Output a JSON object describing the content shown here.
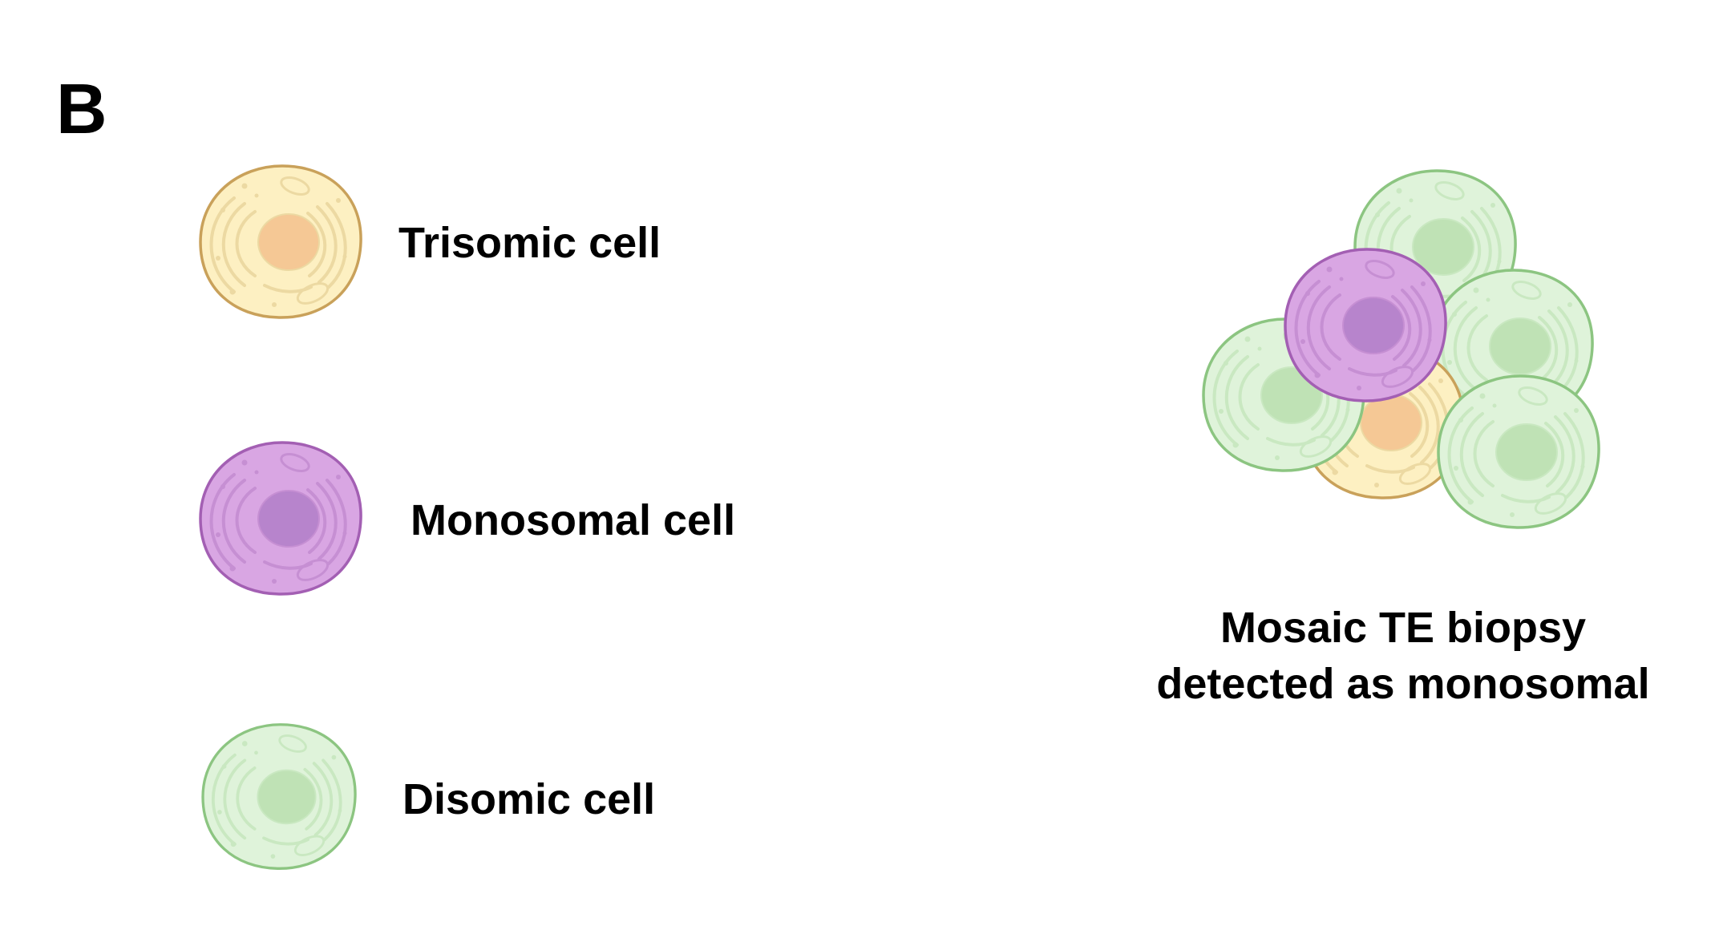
{
  "panel_label": "B",
  "legend": [
    {
      "label": "Trisomic cell",
      "cell_type": "trisomic"
    },
    {
      "label": "Monosomal cell",
      "cell_type": "monosomal"
    },
    {
      "label": "Disomic cell",
      "cell_type": "disomic"
    }
  ],
  "cluster_caption": {
    "line1": "Mosaic TE biopsy",
    "line2": "detected as monosomal"
  },
  "colors": {
    "trisomic": {
      "fill": "#fdf0c2",
      "stroke": "#c9a15a",
      "nucleus": "#f5c895",
      "organelle": "#ecd9a2"
    },
    "monosomal": {
      "fill": "#d9a6e3",
      "stroke": "#a35fb3",
      "nucleus": "#b784cc",
      "organelle": "#c68fd3"
    },
    "disomic": {
      "fill": "#dff3da",
      "stroke": "#8cc581",
      "nucleus": "#bfe2b5",
      "organelle": "#c9e8c1"
    }
  }
}
